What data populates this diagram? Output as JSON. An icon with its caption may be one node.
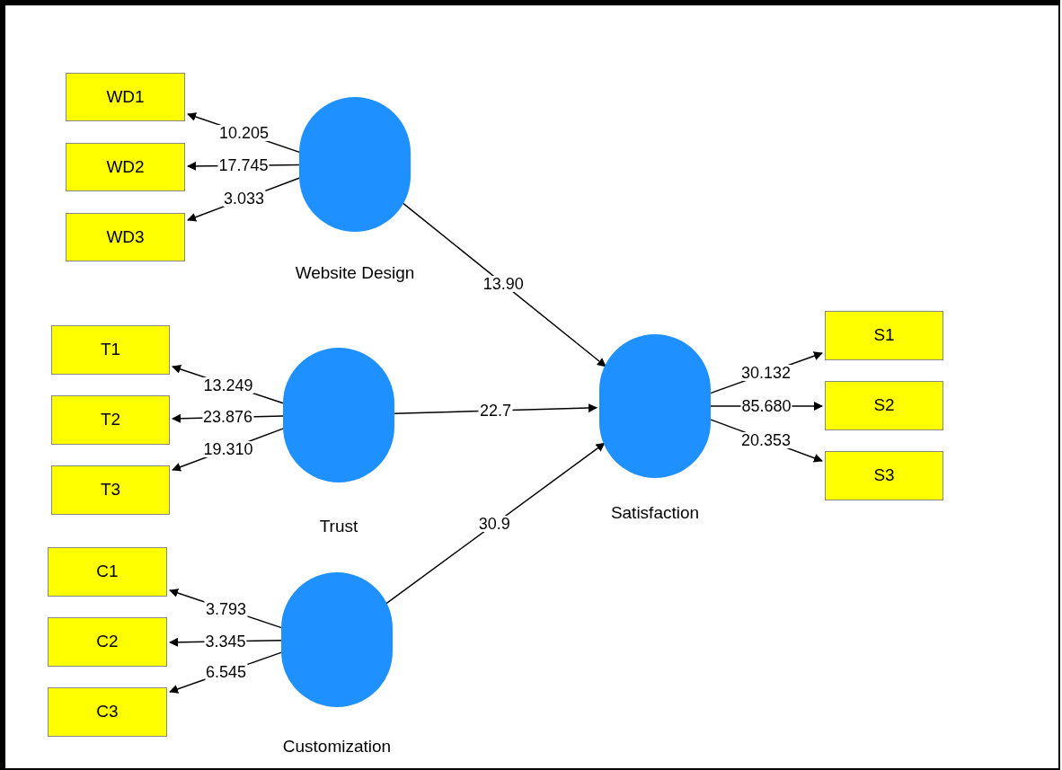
{
  "diagram": {
    "nodes": [
      {
        "text": [
          "Website Design"
        ]
      },
      {
        "text": [
          "WD1"
        ]
      },
      {
        "text": [
          "WD2"
        ]
      },
      {
        "text": [
          "WD3"
        ]
      },
      {
        "text": [
          "Trust"
        ]
      },
      {
        "text": [
          "T1"
        ]
      },
      {
        "text": [
          "T2"
        ]
      },
      {
        "text": [
          "T3"
        ]
      },
      {
        "text": [
          "Customization"
        ]
      },
      {
        "text": [
          "C1"
        ]
      },
      {
        "text": [
          "C2"
        ]
      },
      {
        "text": [
          "C3"
        ]
      },
      {
        "text": [
          "Satisfaction"
        ]
      },
      {
        "text": [
          "S1"
        ]
      },
      {
        "text": [
          "S2"
        ]
      },
      {
        "text": [
          "S3"
        ]
      }
    ],
    "edges": [
      {
        "from": 0,
        "to": 1,
        "arrow": "to",
        "label": "10.205"
      },
      {
        "from": 0,
        "to": 2,
        "arrow": "to",
        "label": "17.745"
      },
      {
        "from": 0,
        "to": 3,
        "arrow": "to",
        "label": "3.033"
      },
      {
        "from": 4,
        "to": 5,
        "arrow": "to",
        "label": "13.249"
      },
      {
        "from": 4,
        "to": 6,
        "arrow": "to",
        "label": "23.876"
      },
      {
        "from": 4,
        "to": 7,
        "arrow": "to",
        "label": "19.310"
      },
      {
        "from": 8,
        "to": 9,
        "arrow": "to",
        "label": "3.793"
      },
      {
        "from": 8,
        "to": 10,
        "arrow": "to",
        "label": "3.345"
      },
      {
        "from": 8,
        "to": 11,
        "arrow": "to",
        "label": "6.545"
      },
      {
        "from": 0,
        "to": 12,
        "arrow": "to",
        "label": "13.90"
      },
      {
        "from": 4,
        "to": 12,
        "arrow": "to",
        "label": "22.7"
      },
      {
        "from": 8,
        "to": 12,
        "arrow": "to",
        "label": "30.9"
      },
      {
        "from": 12,
        "to": 13,
        "arrow": "to",
        "label": "30.132"
      },
      {
        "from": 12,
        "to": 14,
        "arrow": "to",
        "label": "85.680"
      },
      {
        "from": 12,
        "to": 15,
        "arrow": "to",
        "label": "20.353"
      }
    ]
  }
}
